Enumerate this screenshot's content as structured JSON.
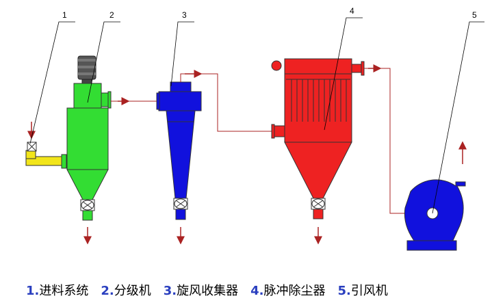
{
  "callouts": [
    "1",
    "2",
    "3",
    "4",
    "5"
  ],
  "legend": [
    {
      "num": "1.",
      "label": "进料系统"
    },
    {
      "num": "2.",
      "label": "分级机"
    },
    {
      "num": "3.",
      "label": "旋风收集器"
    },
    {
      "num": "4.",
      "label": "脉冲除尘器"
    },
    {
      "num": "5.",
      "label": "引风机"
    }
  ],
  "colors": {
    "feed": "#f2e51a",
    "classifier": "#33dd33",
    "motor": "#444444",
    "cyclone": "#1111dd",
    "pulse_filter": "#ee2222",
    "fan": "#1111dd",
    "pipe_flow": "#aa2222",
    "legend_number": "#2a3fbf"
  },
  "icons": [
    "flow-arrow",
    "rotary-valve-icon",
    "motor-icon",
    "fan-impeller-icon"
  ]
}
